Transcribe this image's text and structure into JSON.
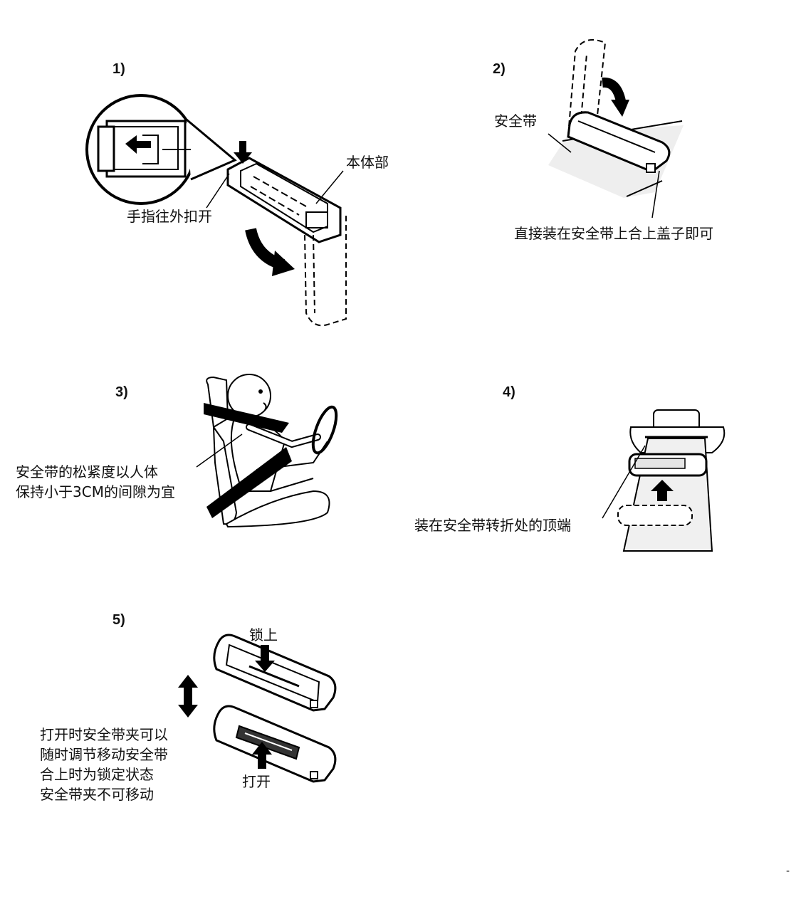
{
  "steps": [
    {
      "number": "1)",
      "labels": {
        "body": "本体部",
        "finger": "手指往外扣开"
      }
    },
    {
      "number": "2)",
      "labels": {
        "belt": "安全带",
        "instruction": "直接装在安全带上合上盖子即可"
      }
    },
    {
      "number": "3)",
      "labels": {
        "line1": "安全带的松紧度以人体",
        "line2": "保持小于3CM的间隙为宜"
      }
    },
    {
      "number": "4)",
      "labels": {
        "instruction": "装在安全带转折处的顶端"
      }
    },
    {
      "number": "5)",
      "labels": {
        "lock": "锁上",
        "open": "打开",
        "note": [
          "打开时安全带夹可以",
          "随时调节移动安全带",
          "合上时为锁定状态",
          "安全带夹不可移动"
        ]
      }
    }
  ],
  "corner_mark": "-",
  "icons": [
    "press-down-arrow-icon",
    "curved-arrow-icon",
    "up-arrow-icon",
    "double-arrow-icon",
    "left-arrow-icon"
  ]
}
